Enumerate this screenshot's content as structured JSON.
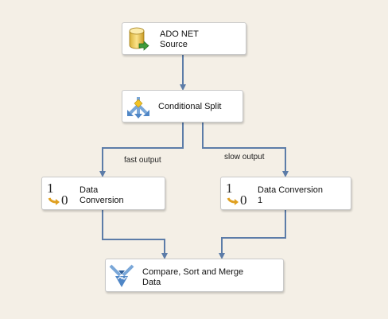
{
  "components": {
    "ado_net_source": {
      "line1": "ADO NET",
      "line2": "Source"
    },
    "conditional_split": {
      "label": "Conditional Split"
    },
    "data_conversion": {
      "line1": "Data",
      "line2": "Conversion"
    },
    "data_conversion_1": {
      "line1": "Data Conversion",
      "line2": "1"
    },
    "compare_sort_merge": {
      "line1": "Compare, Sort and Merge",
      "line2": "Data"
    }
  },
  "paths": {
    "fast_output": "fast output",
    "slow_output": "slow output"
  },
  "icons": {
    "source": "database-cylinder-icon",
    "split": "conditional-split-icon",
    "conversion": "data-conversion-icon",
    "merge": "merge-funnel-icon"
  },
  "conversion_icon_digits": {
    "top": "1",
    "bottom": "0"
  },
  "colors": {
    "background": "#f4efe6",
    "path": "#5c7ca8",
    "box_border": "#c9c9c9"
  }
}
